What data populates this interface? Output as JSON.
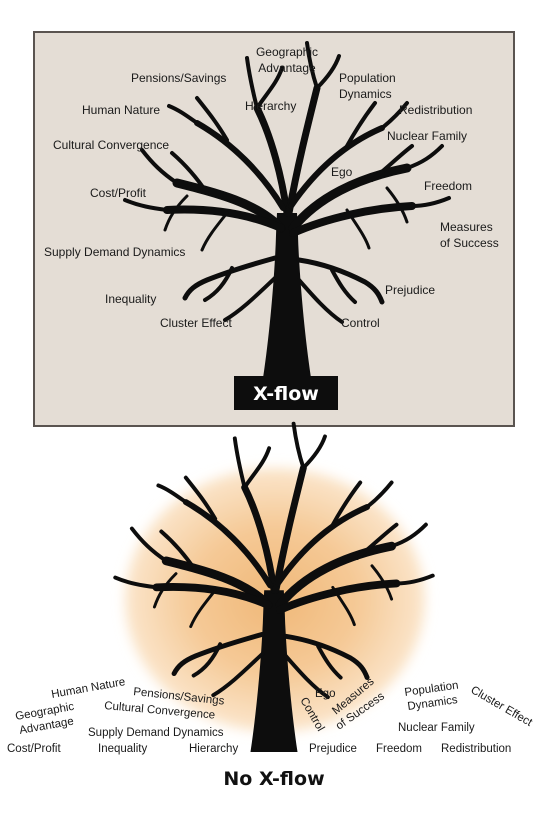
{
  "panels": {
    "top": {
      "title": "X-flow",
      "colors": {
        "background": "#e4ddd5",
        "border": "#5a5450",
        "title_box": "#0d0d0d"
      },
      "labels": {
        "geographic_1": "Geographic",
        "geographic_2": "Advantage",
        "pensions": "Pensions/Savings",
        "population_1": "Population",
        "population_2": "Dynamics",
        "human_nature": "Human Nature",
        "hierarchy": "Hierarchy",
        "redistribution": "Redistribution",
        "nuclear_family": "Nuclear Family",
        "cultural": "Cultural Convergence",
        "ego": "Ego",
        "cost_profit": "Cost/Profit",
        "freedom": "Freedom",
        "measures_1": "Measures",
        "measures_2": "of Success",
        "supply_demand": "Supply Demand Dynamics",
        "prejudice": "Prejudice",
        "inequality": "Inequality",
        "cluster": "Cluster Effect",
        "control": "Control"
      }
    },
    "bottom": {
      "title": "No X-flow",
      "colors": {
        "glow_center": "#f0b878",
        "glow_edge": "#fbe9d2"
      },
      "labels": {
        "human_nature": "Human Nature",
        "pensions": "Pensions/Savings",
        "geographic_1": "Geographic",
        "geographic_2": "Advantage",
        "cultural": "Cultural Convergence",
        "supply_demand": "Supply Demand Dynamics",
        "cost_profit": "Cost/Profit",
        "inequality": "Inequality",
        "hierarchy": "Hierarchy",
        "ego": "Ego",
        "control": "Control",
        "measures_1": "Measures",
        "measures_2": "of Success",
        "prejudice": "Prejudice",
        "population_1": "Population",
        "population_2": "Dynamics",
        "cluster": "Cluster Effect",
        "nuclear_family": "Nuclear Family",
        "freedom": "Freedom",
        "redistribution": "Redistribution"
      }
    }
  }
}
